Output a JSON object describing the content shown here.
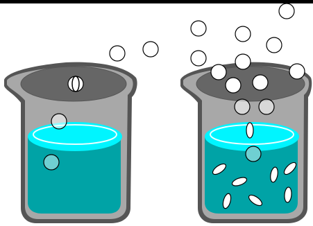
{
  "colors": {
    "background": "#ffffff",
    "top_rule": "#000000",
    "glass": "#a8a8a8",
    "glass_dark": "#555555",
    "beaker_interior": "#666666",
    "liquid": "#00a3a6",
    "liquid_surface": "#00f5ff",
    "liquid_highlight": "#e8ffff",
    "particle_fill": "#ffffff",
    "particle_stroke": "#000000",
    "submerged_particle": "#6fd0d2"
  },
  "icons": {
    "left_beaker": "beaker-icon",
    "right_beaker": "beaker-icon",
    "particle": "circle-particle-icon"
  },
  "beakers": [
    {
      "role": "left",
      "escaping_particles_above": 2,
      "particles_in_liquid": 2,
      "dissolved_ellipses": 0
    },
    {
      "role": "right",
      "escaping_particles_above": 11,
      "particles_in_liquid": 1,
      "dissolved_ellipses": 8
    }
  ]
}
